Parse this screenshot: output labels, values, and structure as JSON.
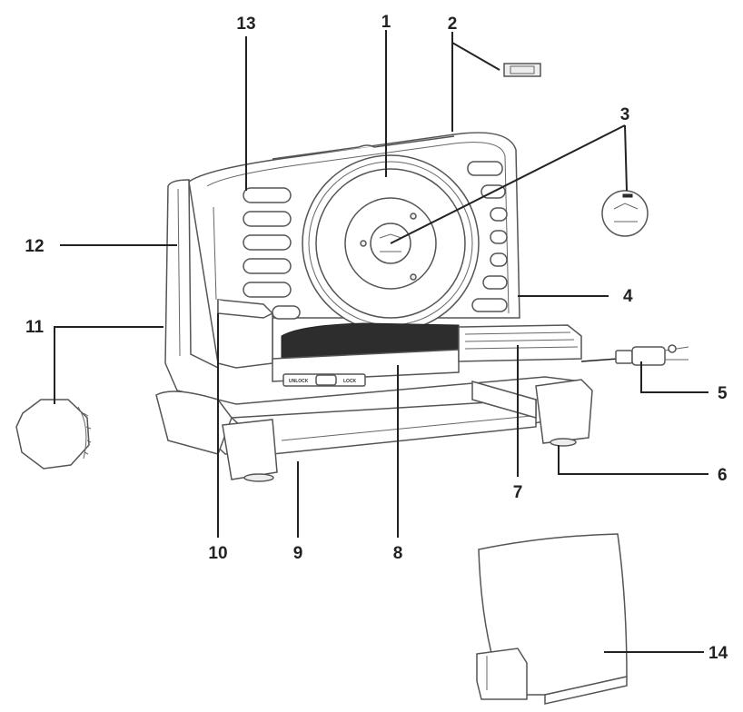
{
  "diagram": {
    "callouts": [
      "1",
      "2",
      "3",
      "4",
      "5",
      "6",
      "7",
      "8",
      "9",
      "10",
      "11",
      "12",
      "13",
      "14"
    ],
    "switch_labels": {
      "unlock": "UNLOCK",
      "lock": "LOCK"
    }
  }
}
